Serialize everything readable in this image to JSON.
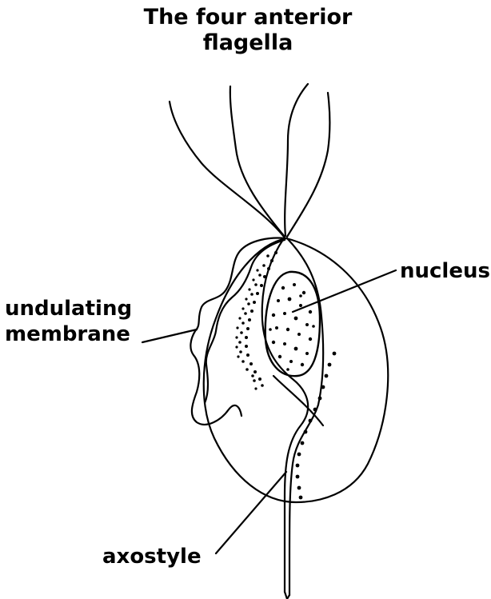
{
  "title": {
    "line1": "The four anterior",
    "line2": "flagella"
  },
  "labels": {
    "undulating_line1": "undulating",
    "undulating_line2": "membrane",
    "nucleus": "nucleus",
    "axostyle": "axostyle"
  },
  "colors": {
    "ink": "#000000",
    "background": "#ffffff"
  }
}
